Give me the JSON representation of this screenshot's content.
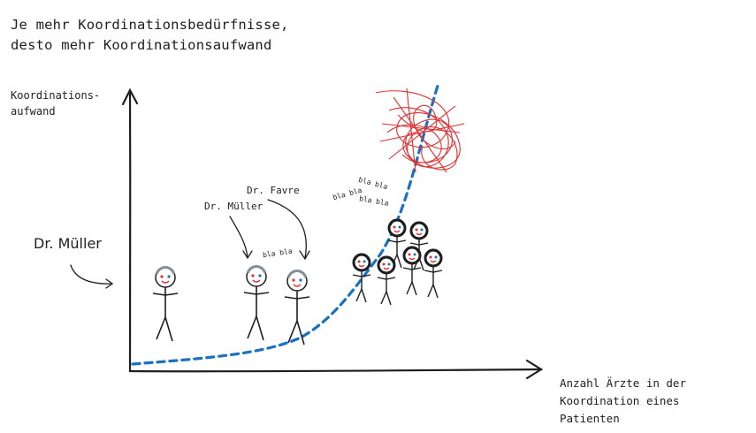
{
  "title": {
    "line1": "Je mehr Koordinationsbedürfnisse,",
    "line2": "desto mehr Koordinationsaufwand"
  },
  "axes": {
    "y_label_line1": "Koordinations-",
    "y_label_line2": "aufwand",
    "x_label_line1": "Anzahl Ärzte in der",
    "x_label_line2": "Koordination eines",
    "x_label_line3": "Patienten"
  },
  "annotations": {
    "dr_mueller_big": "Dr. Müller",
    "dr_mueller_small": "Dr. Müller",
    "dr_favre": "Dr. Favre",
    "bla_pair": "bla bla",
    "bla_group_1": "bla bla",
    "bla_group_2": "bla bla",
    "bla_group_3": "bla bla"
  },
  "colors": {
    "ink": "#1e1e1e",
    "curve": "#1971c2",
    "chaos": "#e03131",
    "face_red": "#e03131",
    "face_blue": "#1971c2",
    "hair": "#868e96"
  }
}
